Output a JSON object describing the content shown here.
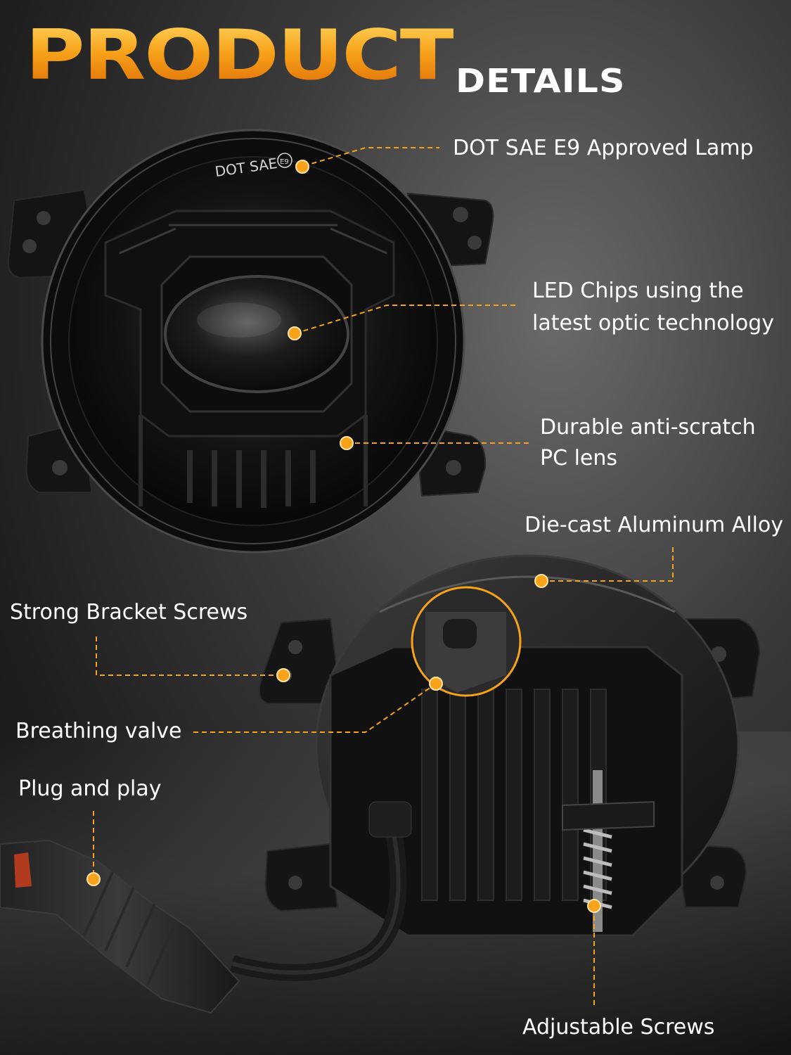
{
  "header": {
    "title_main": "PRODUCT",
    "title_sub": "DETAILS"
  },
  "lamp": {
    "marking": "DOT SAE",
    "marking_badge": "E9"
  },
  "callouts": {
    "dot_approved": "DOT SAE E9 Approved Lamp",
    "led_chips_line1": "LED Chips using the",
    "led_chips_line2": "latest optic technology",
    "lens_line1": "Durable anti-scratch",
    "lens_line2": "PC lens",
    "aluminum": "Die-cast Aluminum Alloy",
    "bracket_screws": "Strong Bracket Screws",
    "breathing_valve": "Breathing valve",
    "plug_play": "Plug and play",
    "adjustable_screws": "Adjustable Screws"
  },
  "colors": {
    "accent": "#f7a21b",
    "text": "#ffffff",
    "background": "#2a2a2a"
  }
}
